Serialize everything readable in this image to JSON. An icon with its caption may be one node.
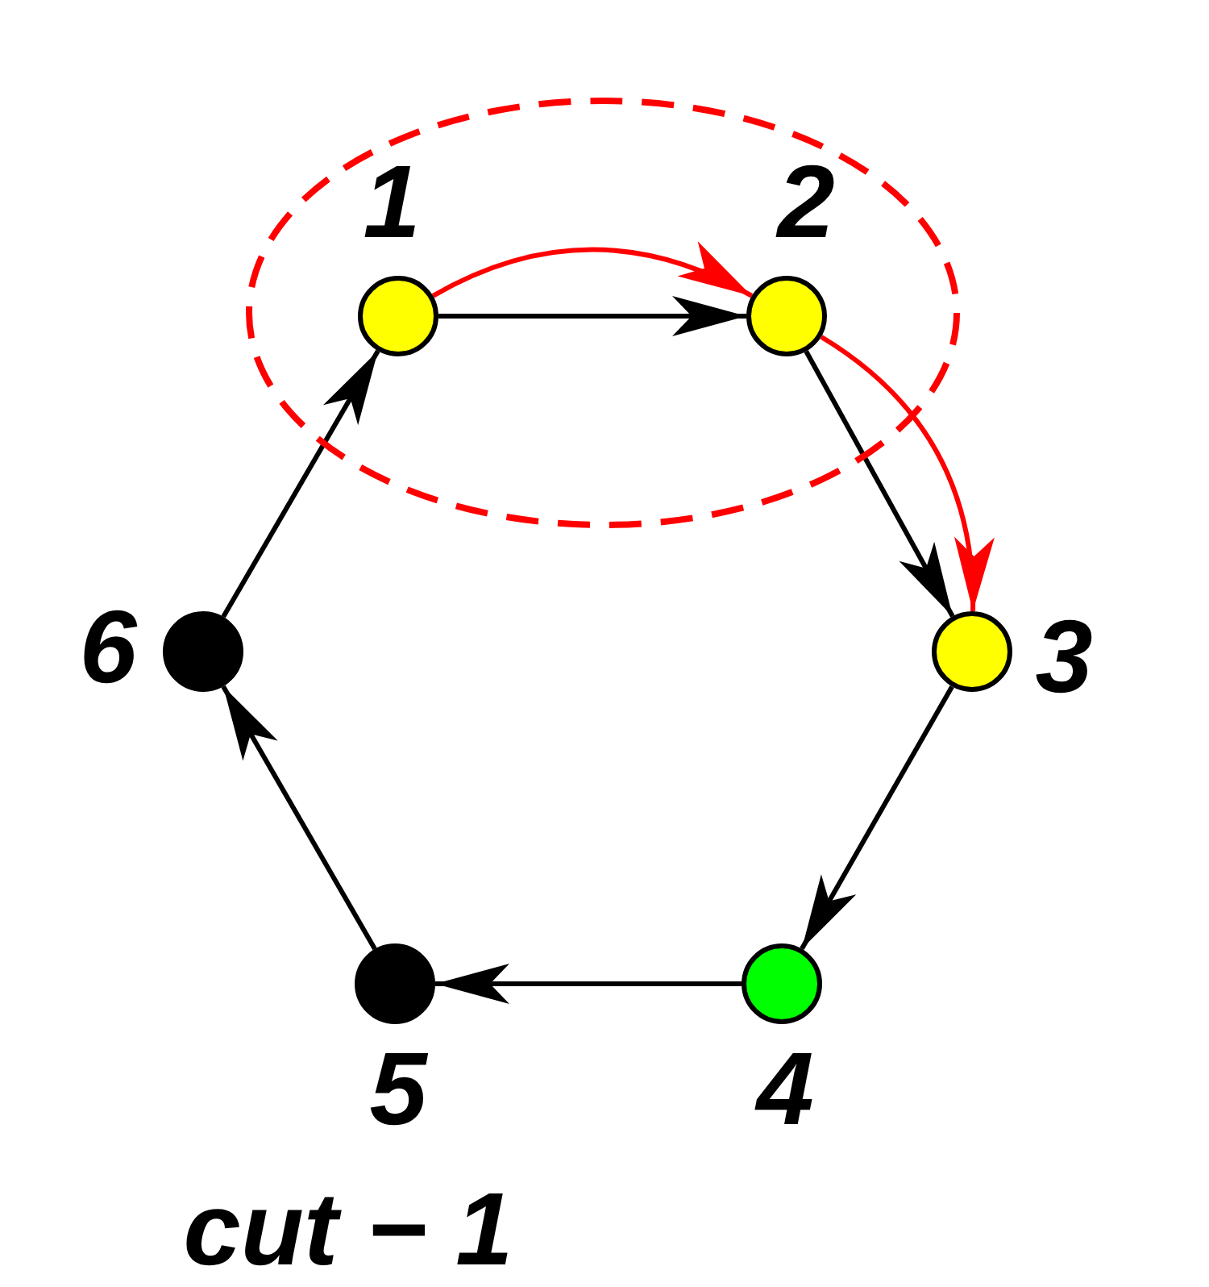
{
  "diagram": {
    "nodes": [
      {
        "text": [],
        "shape": "ellipse"
      },
      {
        "text": [],
        "shape": "circle",
        "beside": [
          "1"
        ],
        "in": 0
      },
      {
        "text": [],
        "shape": "circle",
        "beside": [
          "2"
        ],
        "in": 0
      },
      {
        "text": [],
        "shape": "circle",
        "beside": [
          "3"
        ]
      },
      {
        "text": [],
        "shape": "circle",
        "beside": [
          "4"
        ]
      },
      {
        "text": [],
        "shape": "circle",
        "beside": [
          "5"
        ]
      },
      {
        "text": [],
        "shape": "circle",
        "beside": [
          "6"
        ]
      }
    ],
    "edges": [
      {
        "from": 1,
        "to": 2,
        "arrow": "to"
      },
      {
        "from": 2,
        "to": 3,
        "arrow": "to"
      },
      {
        "from": 3,
        "to": 4,
        "arrow": "to"
      },
      {
        "from": 4,
        "to": 5,
        "arrow": "to"
      },
      {
        "from": 5,
        "to": 6,
        "arrow": "to"
      },
      {
        "from": 6,
        "to": 1,
        "arrow": "to"
      },
      {
        "from": 1,
        "to": 2,
        "arrow": "to",
        "color": "#ff0000"
      },
      {
        "from": 2,
        "to": 3,
        "arrow": "to",
        "color": "#ff0000"
      }
    ],
    "labels": [
      "cut − 1"
    ]
  }
}
